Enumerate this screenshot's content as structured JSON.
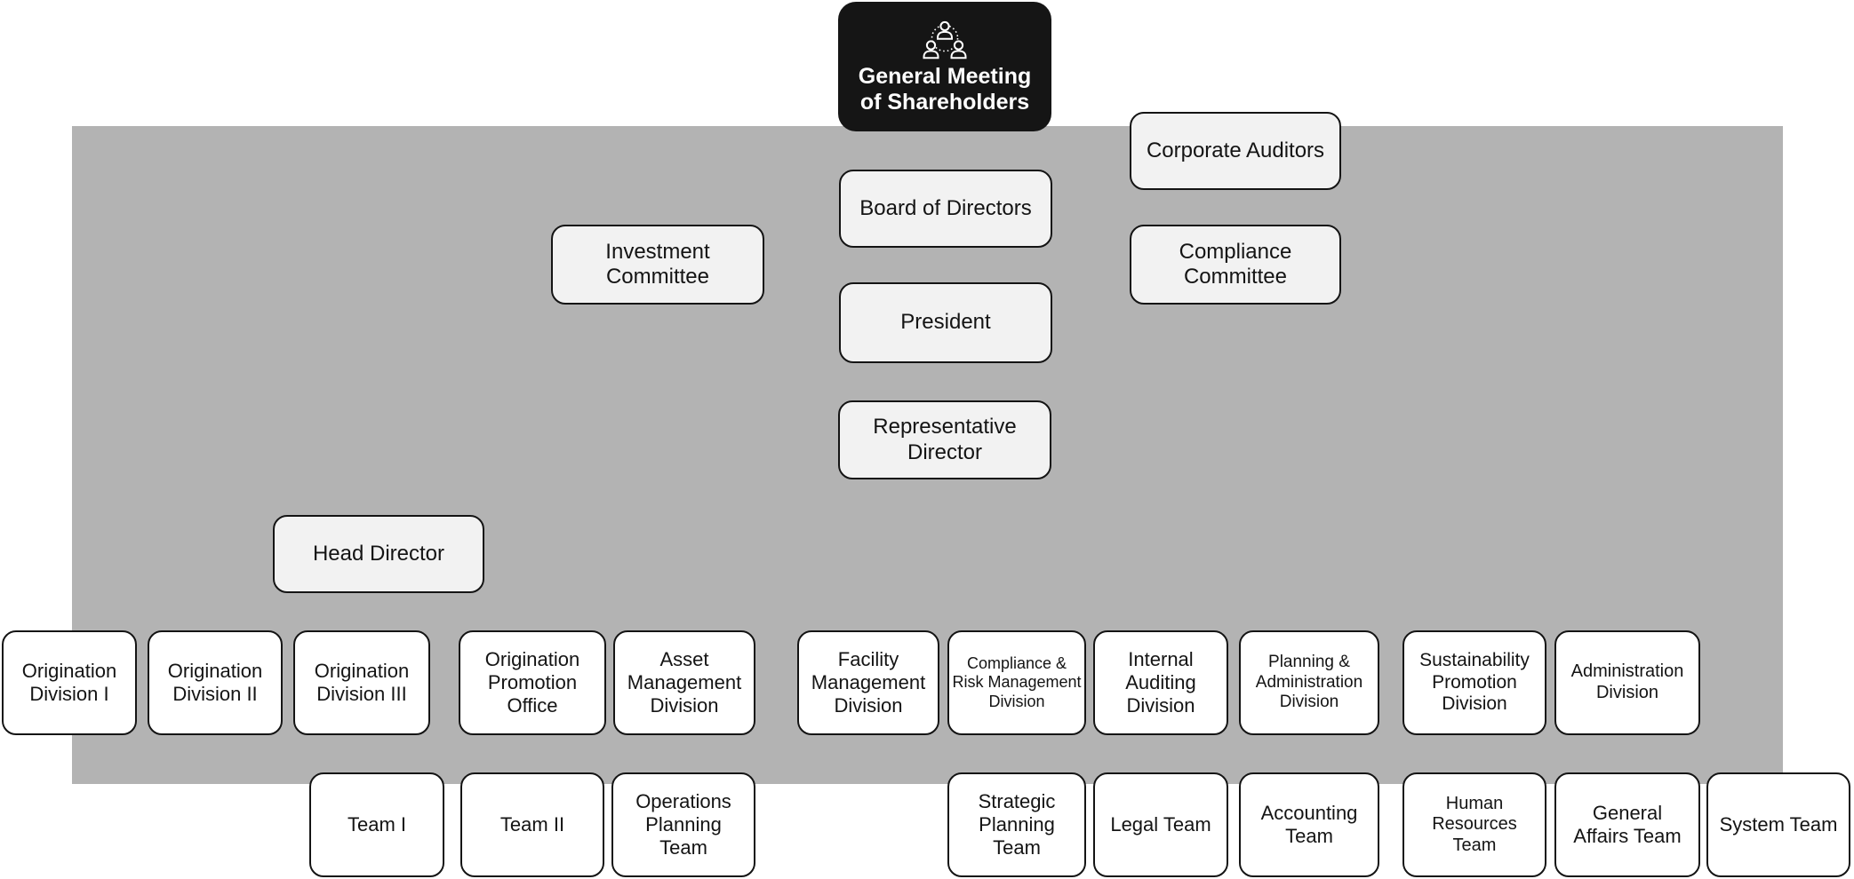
{
  "org_chart": {
    "root": {
      "label": "General Meeting\nof Shareholders",
      "icon": "people-network-icon"
    },
    "executive": {
      "corporate_auditors": "Corporate Auditors",
      "board_of_directors": "Board of Directors",
      "investment_committee": "Investment\nCommittee",
      "compliance_committee": "Compliance\nCommittee",
      "president": "President",
      "representative_director": "Representative\nDirector",
      "head_director": "Head Director"
    },
    "divisions": [
      "Origination\nDivision I",
      "Origination\nDivision II",
      "Origination\nDivision III",
      "Origination\nPromotion\nOffice",
      "Asset\nManagement\nDivision",
      "Facility\nManagement\nDivision",
      "Compliance &\nRisk Management\nDivision",
      "Internal\nAuditing\nDivision",
      "Planning &\nAdministration\nDivision",
      "Sustainability\nPromotion\nDivision",
      "Administration\nDivision"
    ],
    "teams": [
      "Team I",
      "Team II",
      "Operations\nPlanning\nTeam",
      "Strategic\nPlanning\nTeam",
      "Legal Team",
      "Accounting\nTeam",
      "Human\nResources\nTeam",
      "General\nAffairs Team",
      "System Team"
    ],
    "colors": {
      "canvas": "#b3b3b3",
      "node_fill": "#f2f2f2",
      "node_border": "#141414",
      "leaf_fill": "#ffffff",
      "root_fill": "#151515",
      "root_text": "#ffffff"
    }
  }
}
